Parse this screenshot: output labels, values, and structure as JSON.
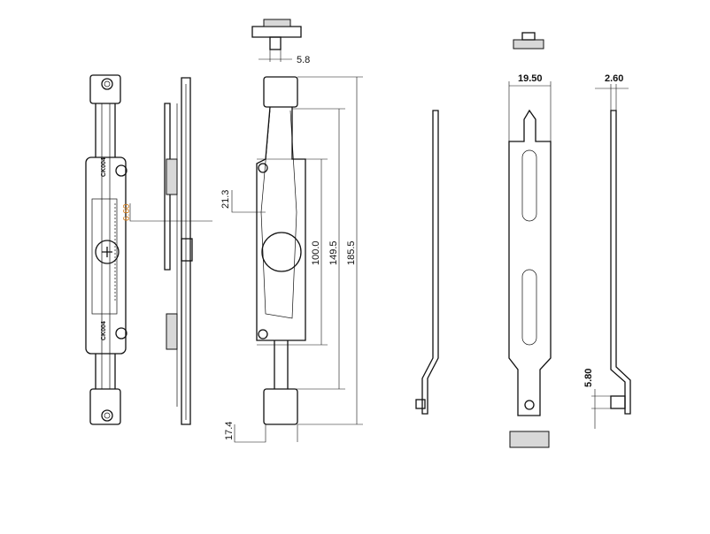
{
  "drawing": {
    "part_marking": "CK004",
    "dimensions": {
      "clip_width": "5.8",
      "offset": "6.60",
      "hole_offset": "21.3",
      "hole_spacing": "100.0",
      "inner_length": "149.5",
      "overall_length": "185.5",
      "end_height": "17.4",
      "strap_width": "19.50",
      "strap_thickness": "2.60",
      "tab_height": "5.80"
    }
  }
}
